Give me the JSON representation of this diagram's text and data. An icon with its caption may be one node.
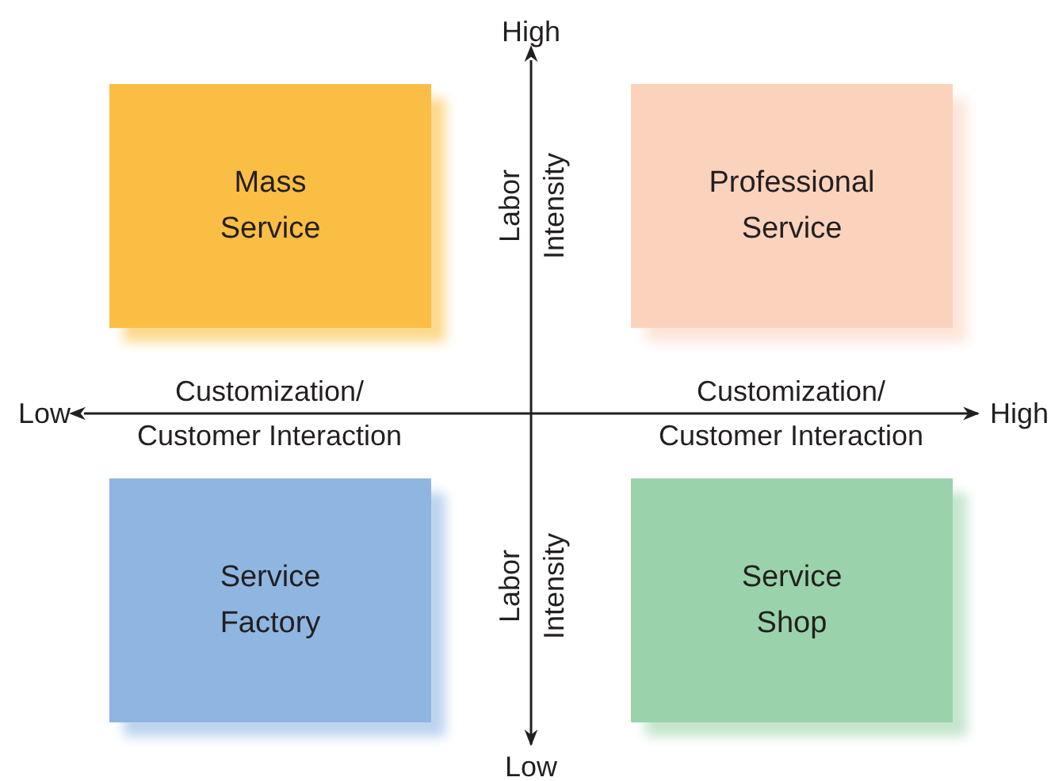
{
  "diagram": {
    "nodes": [
      {
        "text": [
          "Mass Service"
        ]
      },
      {
        "text": [
          "Professional Service"
        ]
      },
      {
        "text": [
          "Service Factory"
        ]
      },
      {
        "text": [
          "Service Shop"
        ]
      }
    ],
    "labels": [
      "High",
      "Labor Intensity",
      "Low",
      "Customization/ Customer Interaction",
      "Customization/ Customer Interaction",
      "High",
      "Labor Intensity",
      "Low"
    ]
  }
}
